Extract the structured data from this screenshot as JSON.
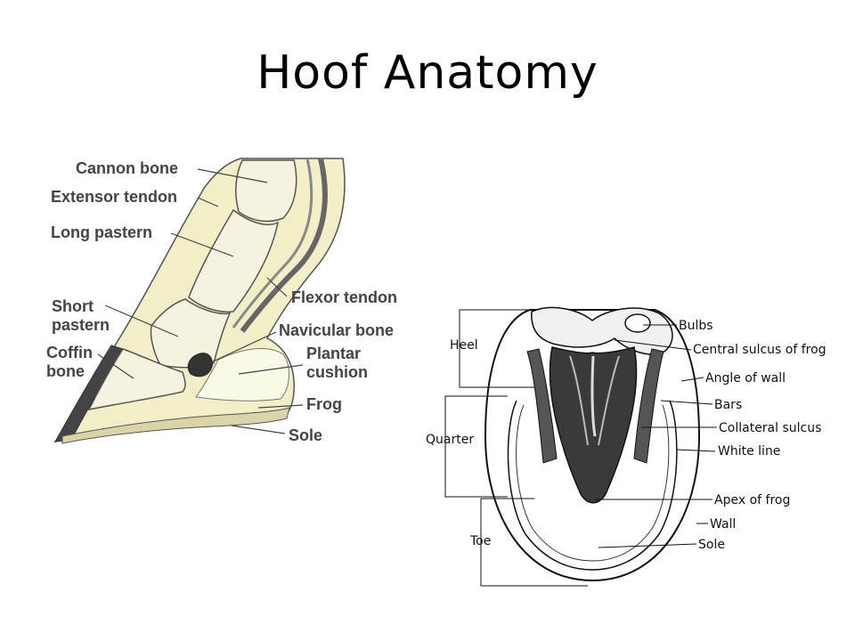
{
  "title": "Hoof Anatomy",
  "side_view": {
    "labels": {
      "cannon_bone": "Cannon bone",
      "extensor_tendon": "Extensor tendon",
      "long_pastern": "Long pastern",
      "short_pastern_line1": "Short",
      "short_pastern_line2": "pastern",
      "coffin_bone_line1": "Coffin",
      "coffin_bone_line2": "bone",
      "flexor_tendon": "Flexor tendon",
      "navicular_bone": "Navicular bone",
      "plantar_cushion_line1": "Plantar",
      "plantar_cushion_line2": "cushion",
      "frog": "Frog",
      "sole": "Sole"
    }
  },
  "bottom_view": {
    "left_labels": {
      "heel": "Heel",
      "quarter": "Quarter",
      "toe": "Toe"
    },
    "right_labels": {
      "bulbs": "Bulbs",
      "central_sulcus": "Central sulcus of frog",
      "angle_of_wall": "Angle of wall",
      "bars": "Bars",
      "collateral_sulcus": "Collateral sulcus",
      "white_line": "White line",
      "apex_of_frog": "Apex of frog",
      "wall": "Wall",
      "sole": "Sole"
    }
  }
}
